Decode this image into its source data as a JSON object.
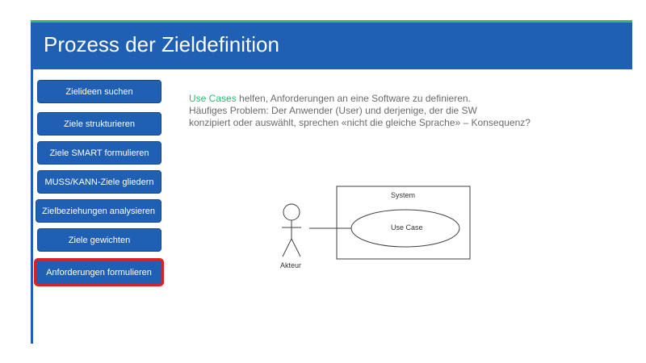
{
  "slide": {
    "title": "Prozess der Zieldefinition",
    "accent_color": "#2eb872",
    "primary_color": "#1f5fb4",
    "highlight_color": "#e02020"
  },
  "process_steps": [
    {
      "label": "Zielideen suchen",
      "active": false
    },
    {
      "label": "Ziele strukturieren",
      "active": false
    },
    {
      "label": "Ziele SMART formulieren",
      "active": false
    },
    {
      "label": "MUSS/KANN-Ziele gliedern",
      "active": false
    },
    {
      "label": "Zielbeziehungen analysieren",
      "active": false
    },
    {
      "label": "Ziele gewichten",
      "active": false
    },
    {
      "label": "Anforderungen formulieren",
      "active": true
    }
  ],
  "content": {
    "term": "Use Cases",
    "line1_rest": " helfen, Anforderungen an eine Software zu definieren.",
    "line2": "Häufiges Problem: Der Anwender (User) und derjenige, der die SW",
    "line3": "konzipiert oder auswählt, sprechen «nicht die gleiche Sprache» – Konsequenz?"
  },
  "diagram": {
    "system_label": "System",
    "use_case_label": "Use Case",
    "actor_label": "Akteur"
  }
}
